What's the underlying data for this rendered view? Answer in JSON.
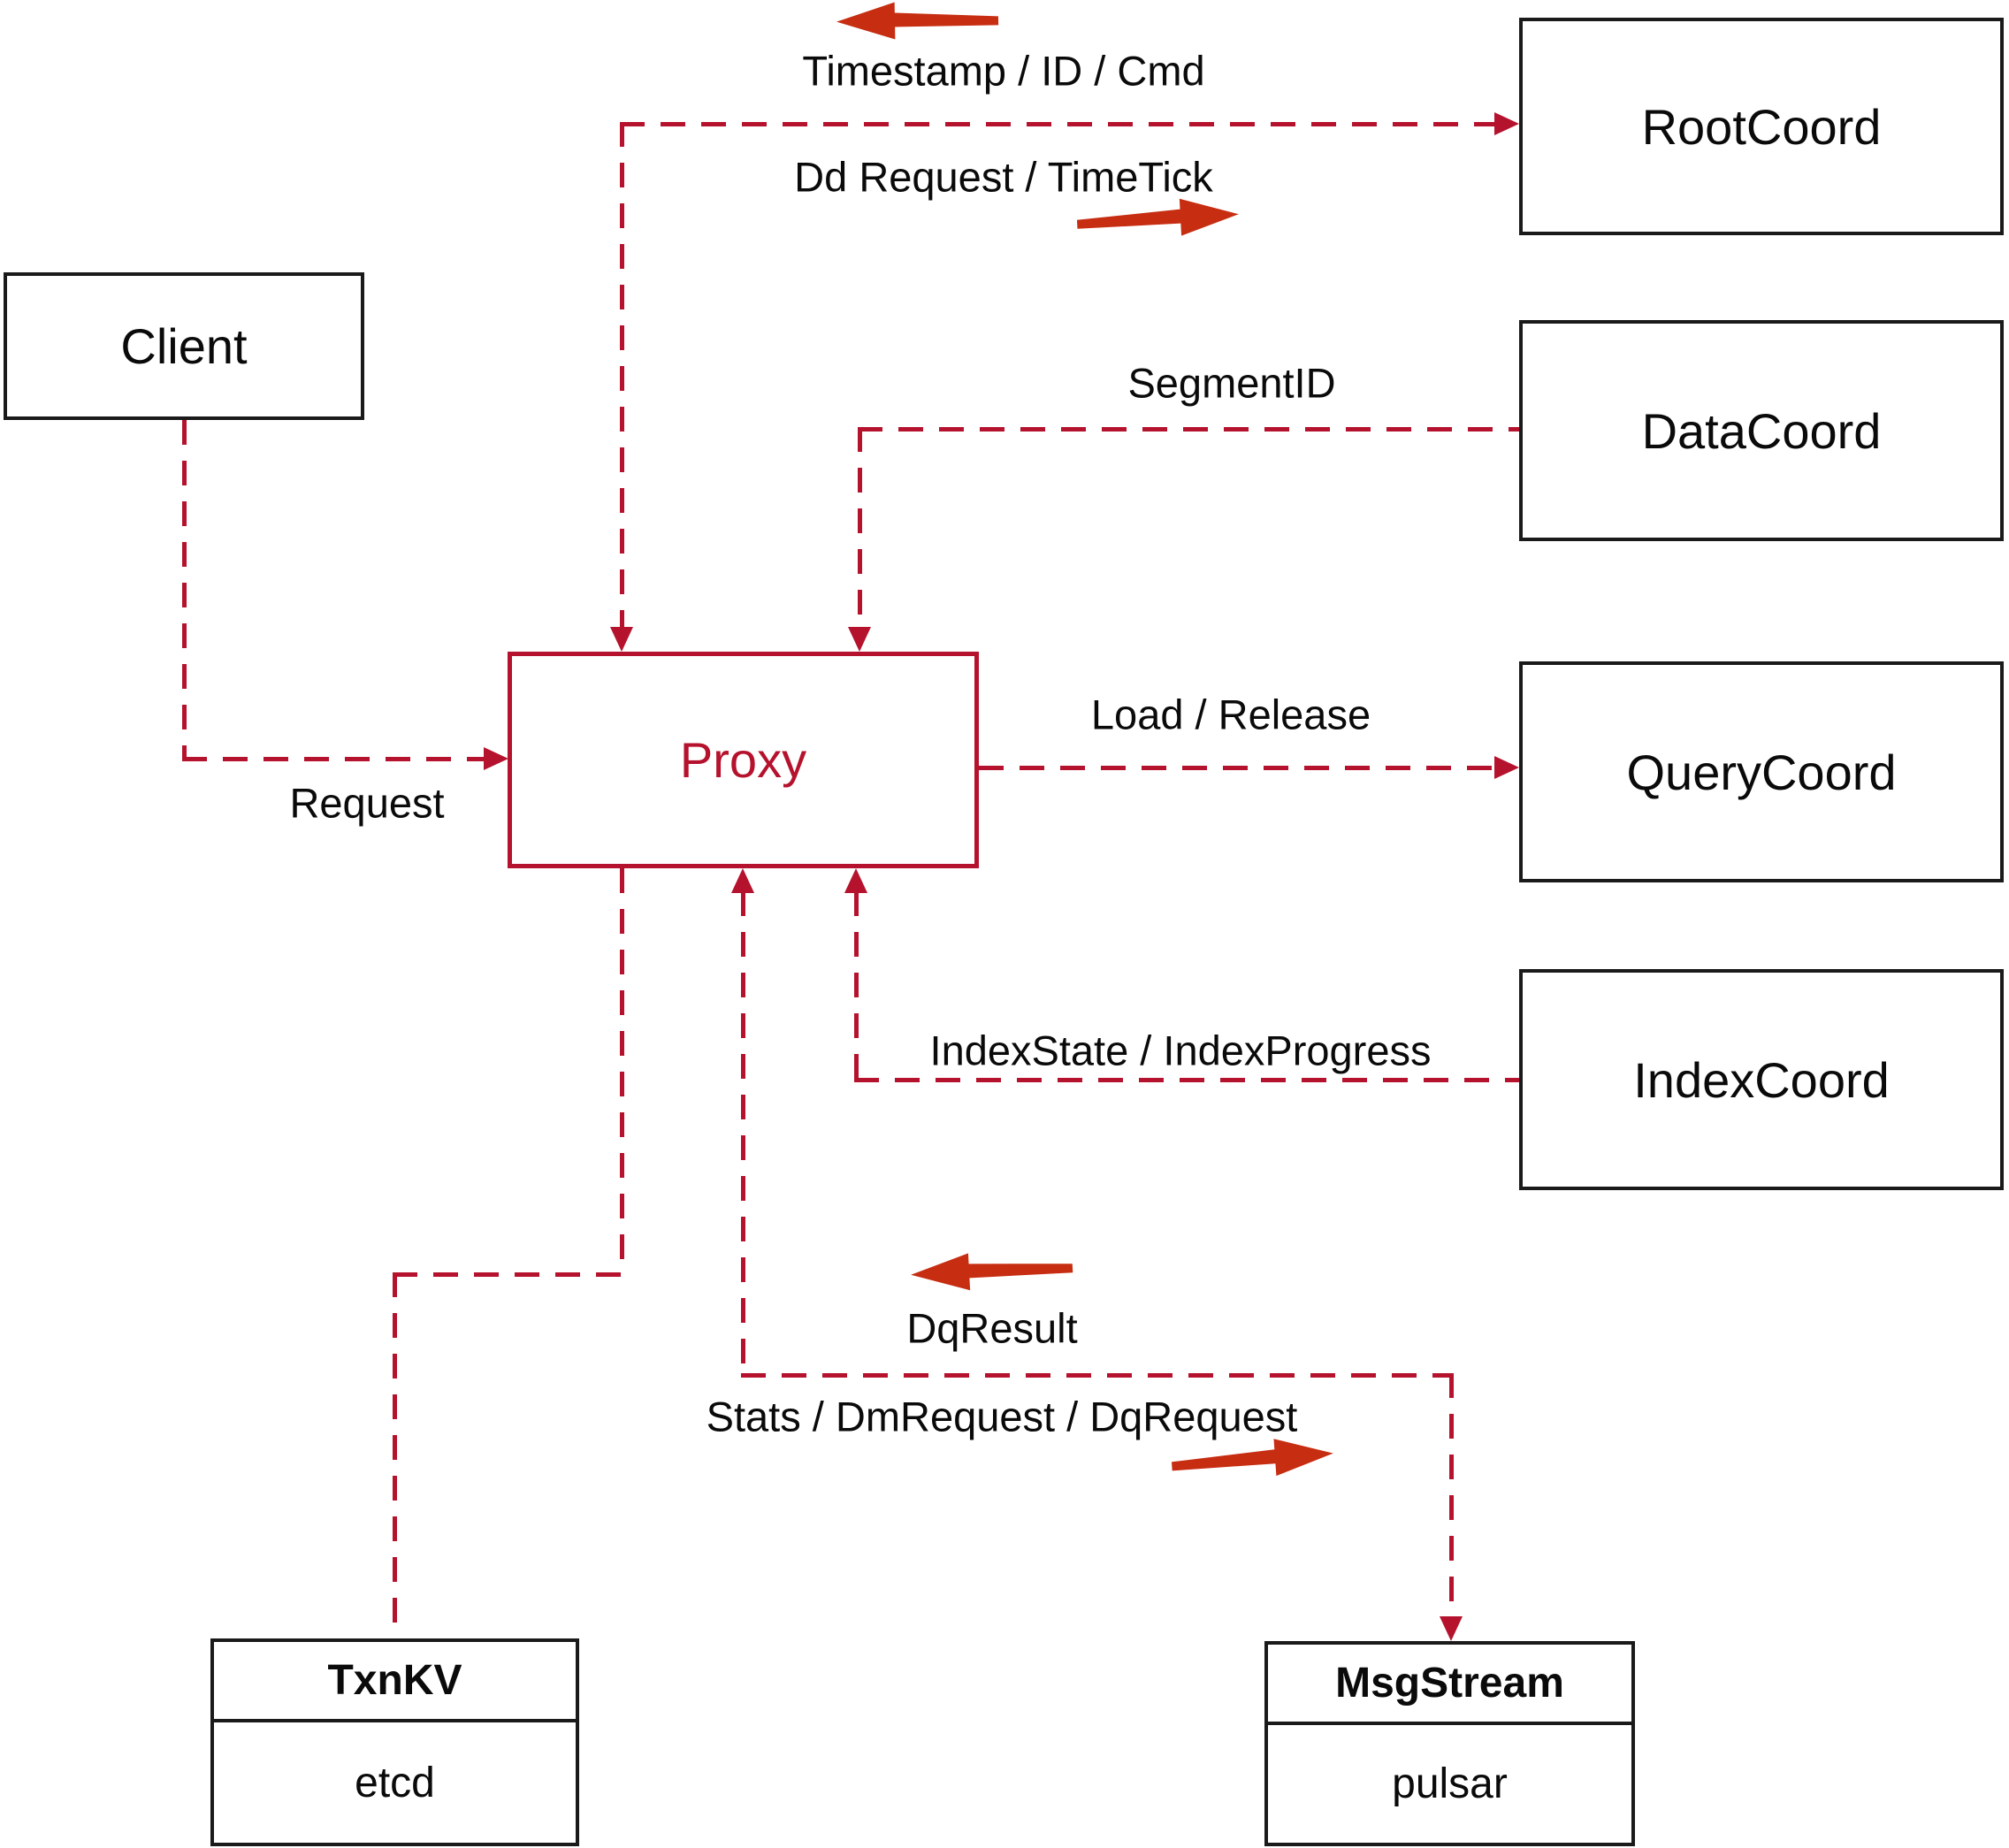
{
  "colors": {
    "connector": "#b5122d",
    "arrow": "#c62d11",
    "box_border": "#1a1a1a",
    "text": "#0a0a0a",
    "background": "#ffffff"
  },
  "nodes": {
    "client": {
      "label": "Client"
    },
    "proxy": {
      "label": "Proxy"
    },
    "root_coord": {
      "label": "RootCoord"
    },
    "data_coord": {
      "label": "DataCoord"
    },
    "query_coord": {
      "label": "QueryCoord"
    },
    "index_coord": {
      "label": "IndexCoord"
    },
    "txn_kv": {
      "title": "TxnKV",
      "subtitle": "etcd"
    },
    "msg_stream": {
      "title": "MsgStream",
      "subtitle": "pulsar"
    }
  },
  "edge_labels": {
    "timestamp_id_cmd": "Timestamp / ID / Cmd",
    "dd_request_timetick": "Dd Request / TimeTick",
    "segment_id": "SegmentID",
    "load_release": "Load / Release",
    "index_state_progress": "IndexState / IndexProgress",
    "request": "Request",
    "dq_result": "DqResult",
    "stats_dm_dq": "Stats / DmRequest / DqRequest"
  }
}
